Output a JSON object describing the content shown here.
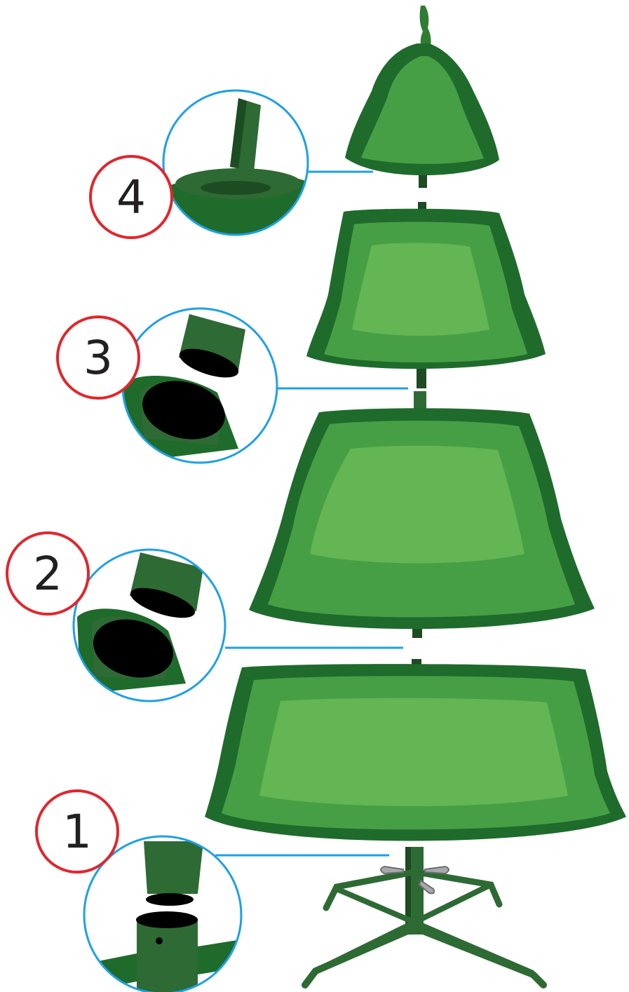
{
  "steps": [
    {
      "number": "1",
      "title": "",
      "description": ""
    },
    {
      "number": "2",
      "title": "",
      "description": ""
    },
    {
      "number": "3",
      "title": "",
      "description": ""
    },
    {
      "number": "4",
      "title": "",
      "description": ""
    }
  ],
  "colors": {
    "foliage_dark": "#1f6b2c",
    "foliage_mid": "#3d9b42",
    "foliage_light": "#6cbf55",
    "pole": "#2e6a33",
    "pole_dark": "#1d4b22",
    "callout_line": "#1ea0e6",
    "step_ring": "#e0262c",
    "hole": "#000000",
    "screw": "#a7a9ac"
  },
  "icons": {
    "tree_sections": "tree-section-icon",
    "stand": "folding-stand-icon",
    "detail_magnifier": "magnifier-circle-icon",
    "screw": "wing-screw-icon"
  }
}
